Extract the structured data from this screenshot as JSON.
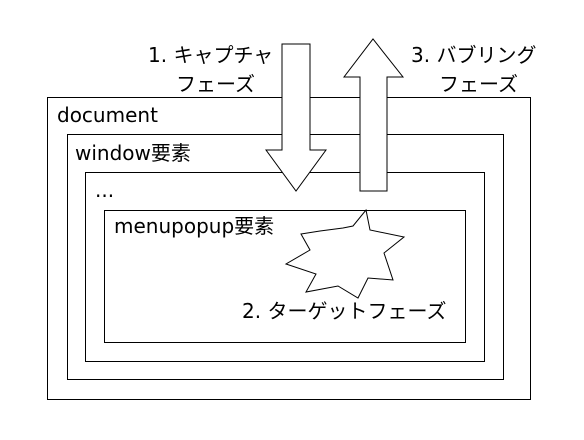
{
  "labels": {
    "document": "document",
    "window": "window要素",
    "ellipsis": "...",
    "menupopup": "menupopup要素"
  },
  "phases": {
    "capture_line1": "1. キャプチャ",
    "capture_line2": "フェーズ",
    "target": "2. ターゲットフェーズ",
    "bubble_line1": "3. バブリング",
    "bubble_line2": "フェーズ"
  },
  "colors": {
    "stroke": "#000000",
    "fill": "#ffffff"
  }
}
